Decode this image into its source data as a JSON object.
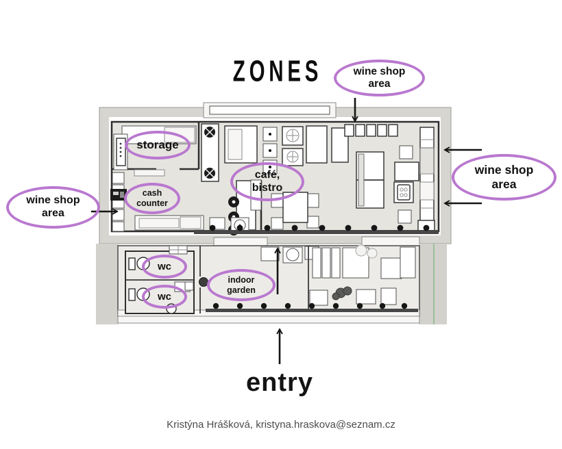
{
  "title": "ZONES",
  "credit": "Kristýna Hrášková, kristyna.hraskova@seznam.cz",
  "zones": {
    "wine_shop_top": {
      "lines": [
        "wine shop",
        "area"
      ]
    },
    "wine_shop_right": {
      "lines": [
        "wine shop",
        "area"
      ]
    },
    "wine_shop_left": {
      "lines": [
        "wine shop",
        "area"
      ]
    },
    "storage": {
      "lines": [
        "storage"
      ]
    },
    "cash_counter": {
      "lines": [
        "cash",
        "counter"
      ]
    },
    "cafe_bistro": {
      "lines": [
        "café,",
        "bistro"
      ]
    },
    "wc_upper": {
      "lines": [
        "wc"
      ]
    },
    "wc_lower": {
      "lines": [
        "wc"
      ]
    },
    "indoor_garden": {
      "lines": [
        "indoor",
        "garden"
      ]
    },
    "entry": {
      "lines": [
        "entry"
      ]
    }
  },
  "colors": {
    "bubble_stroke": "#b978cf",
    "annotation_text": "#111111",
    "arrow": "#141414",
    "floor_fill": "#e6e4df",
    "site_band": "#d6d5d0",
    "terrace_fill": "#edebe7",
    "green_guide": "#8abc8a",
    "credit_text": "#4b4b4b",
    "dark_fixture": "#1b1b1b"
  }
}
